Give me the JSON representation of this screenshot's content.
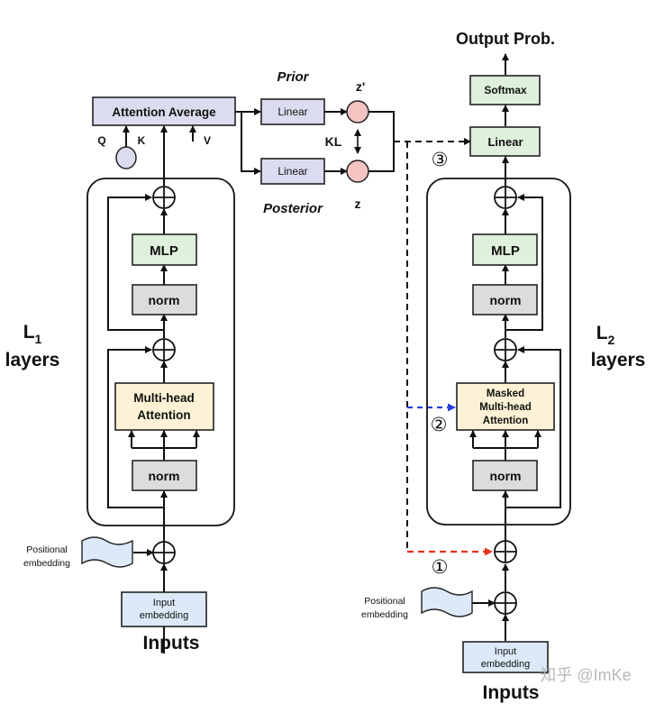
{
  "colors": {
    "attention_fill": "#fdf2d5",
    "mlp_fill": "#dff0dc",
    "norm_fill": "#dcdcdc",
    "linear_fill": "#dcdcf0",
    "embed_fill": "#dbe9f8",
    "latent_fill": "#f6c3c3",
    "red_arrow": "#e8321e",
    "blue_arrow": "#2443d6"
  },
  "encoder": {
    "layers_label_main": "L",
    "layers_label_sub": "1",
    "layers_word": "layers",
    "mlp": "MLP",
    "norm_top": "norm",
    "norm_bottom": "norm",
    "attention_line1": "Multi-head",
    "attention_line2": "Attention",
    "positional_line1": "Positional",
    "positional_line2": "embedding",
    "input_line1": "Input",
    "input_line2": "embedding",
    "inputs_title": "Inputs"
  },
  "latent": {
    "attention_average": "Attention Average",
    "q": "Q",
    "k": "K",
    "v": "V",
    "prior_title": "Prior",
    "posterior_title": "Posterior",
    "linear_prior": "Linear",
    "linear_posterior": "Linear",
    "z_prime": "z'",
    "z": "z",
    "kl": "KL"
  },
  "decoder": {
    "output_title": "Output Prob.",
    "softmax": "Softmax",
    "linear": "Linear",
    "layers_label_main": "L",
    "layers_label_sub": "2",
    "layers_word": "layers",
    "mlp": "MLP",
    "norm_top": "norm",
    "norm_bottom": "norm",
    "attention_line1": "Masked",
    "attention_line2": "Multi-head",
    "attention_line3": "Attention",
    "positional_line1": "Positional",
    "positional_line2": "embedding",
    "input_line1": "Input",
    "input_line2": "embedding",
    "inputs_title": "Inputs"
  },
  "markers": {
    "one": "①",
    "two": "②",
    "three": "③"
  },
  "watermark": "知乎 @ImKe"
}
